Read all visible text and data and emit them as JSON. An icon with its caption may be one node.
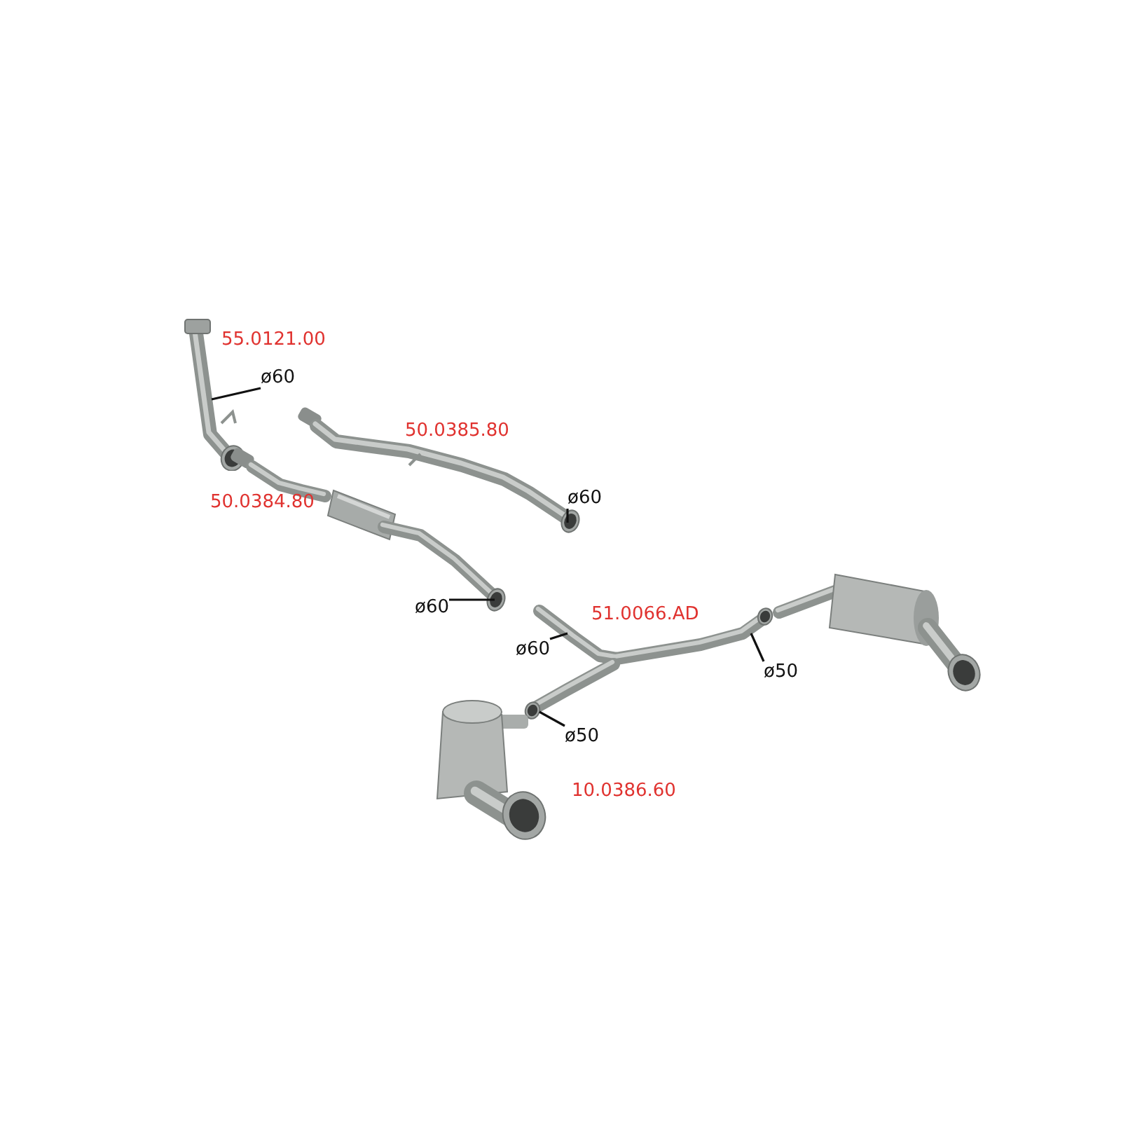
{
  "diagram": {
    "nodes": [
      {
        "text": [
          "ø60"
        ]
      },
      {
        "text": [],
        "shape": "picture"
      },
      {
        "text": [
          "ø60"
        ]
      },
      {
        "text": [],
        "shape": "picture"
      },
      {
        "text": [
          "ø60"
        ]
      },
      {
        "text": [],
        "shape": "picture"
      },
      {
        "text": [
          "ø60"
        ]
      },
      {
        "text": [],
        "shape": "picture"
      },
      {
        "text": [
          "ø50"
        ]
      },
      {
        "text": [
          "ø50"
        ]
      },
      {
        "text": [],
        "shape": "picture"
      },
      {
        "text": [],
        "shape": "picture"
      }
    ],
    "edges": [
      {
        "from": 0,
        "to": 1,
        "arrow": "none"
      },
      {
        "from": 2,
        "to": 3,
        "arrow": "none"
      },
      {
        "from": 4,
        "to": 5,
        "arrow": "none"
      },
      {
        "from": 6,
        "to": 7,
        "arrow": "none"
      },
      {
        "from": 8,
        "to": 7,
        "arrow": "none"
      },
      {
        "from": 9,
        "to": 7,
        "arrow": "none"
      }
    ],
    "labels": [
      "55.0121.00",
      "50.0385.80",
      "50.0384.80",
      "51.0066.AD",
      "10.0386.60"
    ]
  }
}
